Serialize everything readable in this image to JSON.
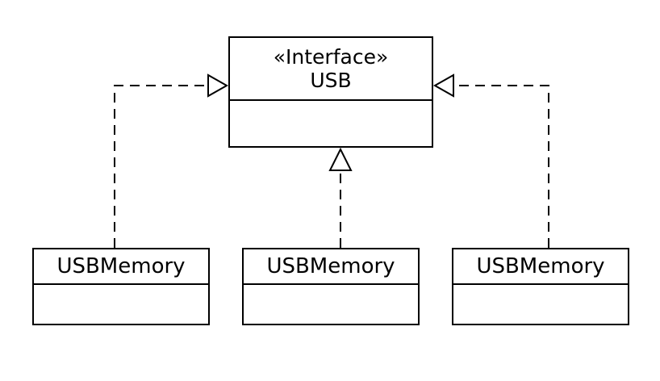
{
  "diagram": {
    "background_color": "#ffffff",
    "line_color": "#000000",
    "interface": {
      "stereotype": "«Interface»",
      "name": "USB"
    },
    "classes": [
      {
        "name": "USBMemory",
        "position": "left"
      },
      {
        "name": "USBMemory",
        "position": "middle"
      },
      {
        "name": "USBMemory",
        "position": "right"
      }
    ],
    "relations": [
      {
        "from": "USBMemory-left",
        "to": "USB",
        "type": "realization"
      },
      {
        "from": "USBMemory-middle",
        "to": "USB",
        "type": "realization"
      },
      {
        "from": "USBMemory-right",
        "to": "USB",
        "type": "realization"
      }
    ]
  }
}
